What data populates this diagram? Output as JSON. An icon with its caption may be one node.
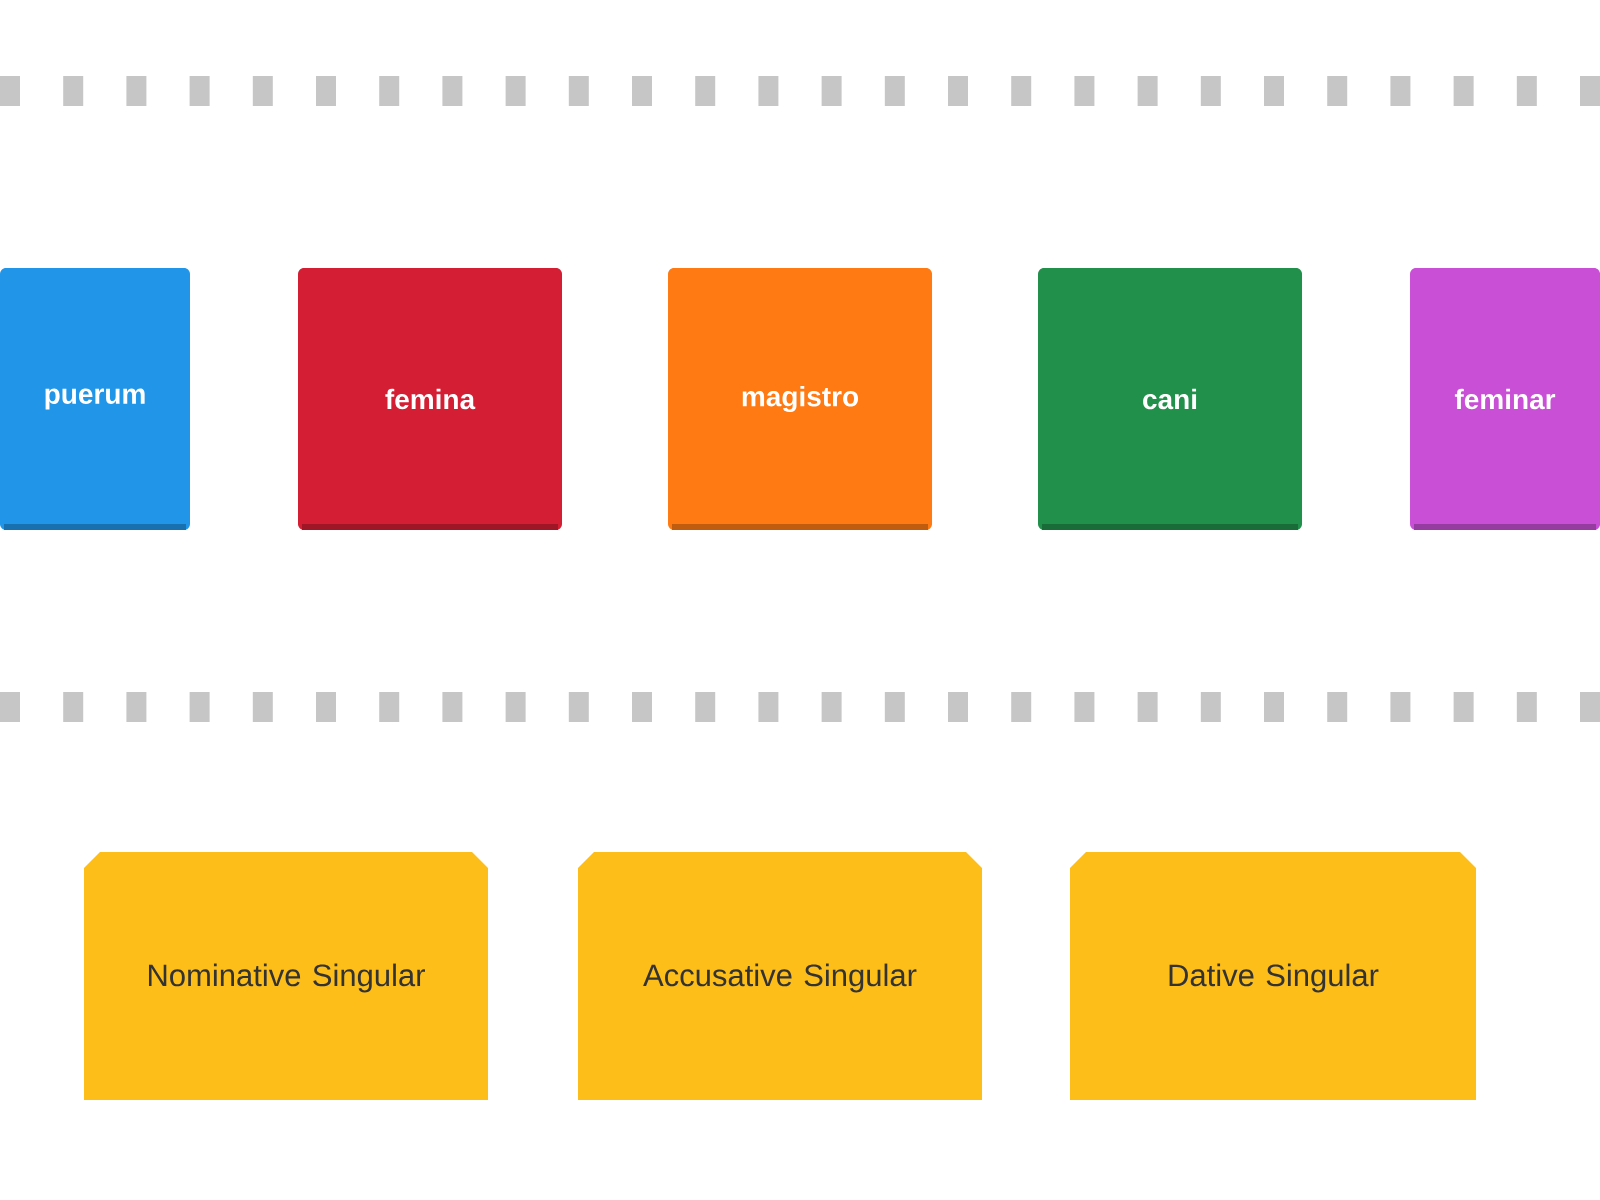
{
  "diagram": {
    "nodes": [
      {
        "text": [
          "puerum"
        ]
      },
      {
        "text": [
          "femina"
        ]
      },
      {
        "text": [
          "magistro"
        ]
      },
      {
        "text": [
          "cani"
        ]
      },
      {
        "text": [
          "feminar"
        ]
      },
      {
        "text": [
          "Nominative Singular"
        ]
      },
      {
        "text": [
          "Accusative Singular"
        ]
      },
      {
        "text": [
          "Dative Singular"
        ]
      }
    ]
  }
}
